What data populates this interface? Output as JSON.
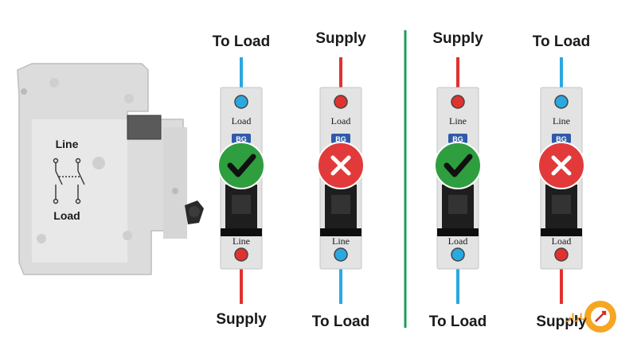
{
  "breaker_diagram": {
    "top_label": "Line",
    "bottom_label": "Load"
  },
  "panels": [
    {
      "top_caption": "To Load",
      "bottom_caption": "Supply",
      "top_wire_color": "#2aa8e0",
      "bottom_wire_color": "#e0322e",
      "top_terminal_label": "Load",
      "bottom_terminal_label": "Line",
      "status": "correct",
      "brand": "BG"
    },
    {
      "top_caption": "Supply",
      "bottom_caption": "To Load",
      "top_wire_color": "#e0322e",
      "bottom_wire_color": "#2aa8e0",
      "top_terminal_label": "Load",
      "bottom_terminal_label": "Line",
      "status": "incorrect",
      "brand": "BG"
    },
    {
      "top_caption": "Supply",
      "bottom_caption": "To Load",
      "top_wire_color": "#e0322e",
      "bottom_wire_color": "#2aa8e0",
      "top_terminal_label": "Line",
      "bottom_terminal_label": "Load",
      "status": "correct",
      "brand": "BG"
    },
    {
      "top_caption": "To Load",
      "bottom_caption": "Supply",
      "top_wire_color": "#2aa8e0",
      "bottom_wire_color": "#e0322e",
      "top_terminal_label": "Line",
      "bottom_terminal_label": "Load",
      "status": "incorrect",
      "brand": "BG"
    }
  ],
  "colors": {
    "correct": "#2e9e3e",
    "incorrect": "#e23a3a",
    "divider": "#1f9d55",
    "breaker_body": "#e3e3e3"
  },
  "icons": {
    "correct": "checkmark-icon",
    "incorrect": "cross-icon",
    "watermark": "sunflower-logo-icon"
  },
  "watermark_text": "بازار"
}
